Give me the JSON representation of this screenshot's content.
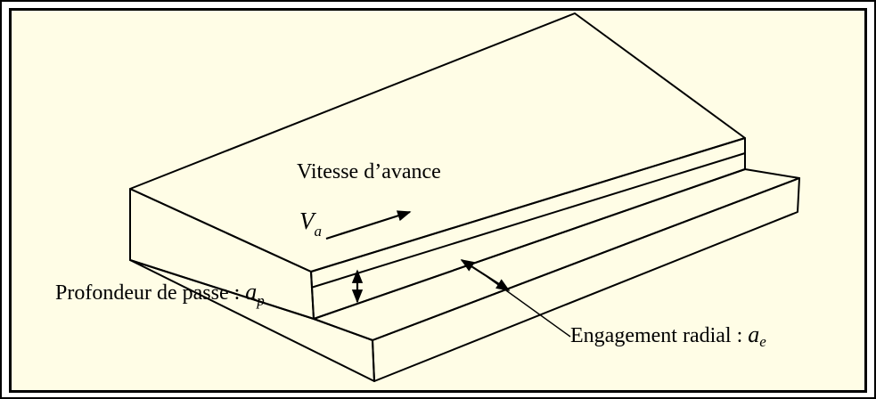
{
  "labels": {
    "feed_speed": "Vitesse d’avance",
    "feed_symbol_base": "V",
    "feed_symbol_sub": "a",
    "depth_text": "Profondeur de passe : ",
    "depth_symbol_base": "a",
    "depth_symbol_sub": "p",
    "radial_text": "Engagement radial : ",
    "radial_symbol_base": "a",
    "radial_symbol_sub": "e"
  },
  "colors": {
    "background": "#fffde6",
    "ink": "#000000"
  }
}
